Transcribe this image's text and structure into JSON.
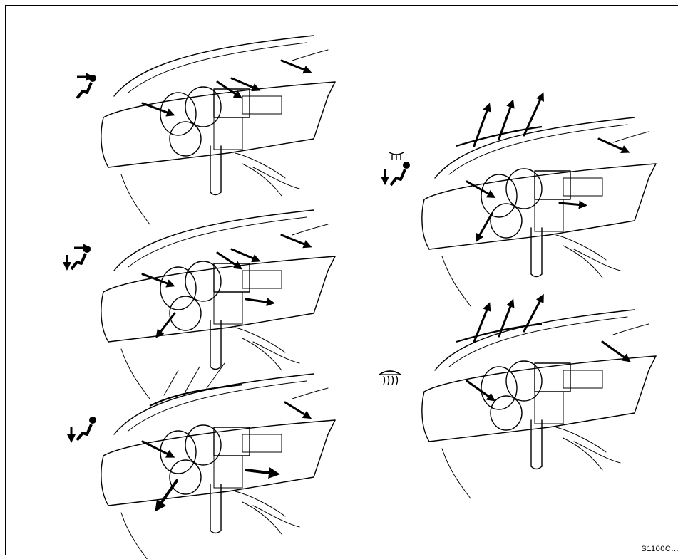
{
  "figure": {
    "code_label": "S1100C...",
    "panels": [
      {
        "id": "vent",
        "mode_icon": "vent-mode-icon"
      },
      {
        "id": "bilevel",
        "mode_icon": "bilevel-mode-icon"
      },
      {
        "id": "foot",
        "mode_icon": "foot-mode-icon"
      },
      {
        "id": "foot-defrost",
        "mode_icon": "foot-defrost-mode-icon"
      },
      {
        "id": "defrost",
        "mode_icon": "defrost-mode-icon"
      }
    ]
  }
}
